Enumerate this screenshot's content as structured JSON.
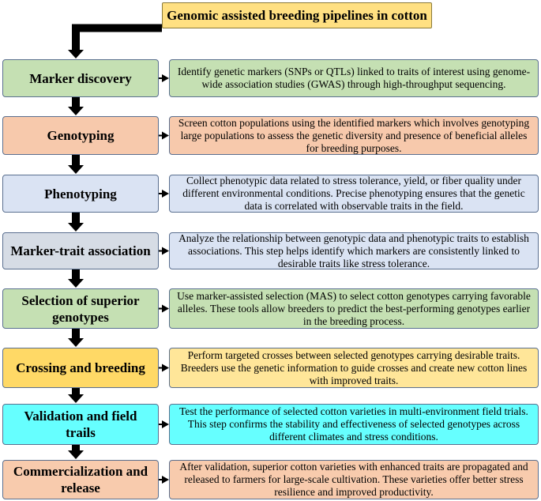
{
  "title": "Genomic assisted breeding pipelines in cotton",
  "colors": {
    "title_fill": "#ffe082",
    "arrow": "#000000",
    "green": "#c5e0b3",
    "orange": "#f7c9ac",
    "lightblue": "#dae3f3",
    "grayblue": "#d6dce5",
    "yellow": "#ffd966",
    "cyan": "#66ffff",
    "peach": "#f8cbad"
  },
  "steps": [
    {
      "label": "Marker discovery",
      "description": "Identify genetic markers (SNPs or QTLs) linked to traits of interest using genome-wide association studies (GWAS) through high-throughput sequencing.",
      "color": "#c5e0b3",
      "desc_color": "#c5e0b3"
    },
    {
      "label": "Genotyping",
      "description": "Screen cotton populations using the identified markers which involves genotyping large populations to assess the genetic diversity and presence of beneficial alleles for breeding purposes.",
      "color": "#f7c9ac",
      "desc_color": "#f7c9ac"
    },
    {
      "label": "Phenotyping",
      "description": "Collect phenotypic data related to stress tolerance, yield, or fiber quality under different environmental conditions. Precise phenotyping ensures that the genetic data is correlated with observable traits in the field.",
      "color": "#dae3f3",
      "desc_color": "#dae3f3"
    },
    {
      "label": "Marker-trait association",
      "description": "Analyze the relationship between genotypic data and phenotypic traits to establish associations. This step helps identify which markers are consistently linked to desirable traits like stress tolerance.",
      "color": "#d6dce5",
      "desc_color": "#dae3f3"
    },
    {
      "label": "Selection of superior genotypes",
      "description": "Use marker-assisted selection (MAS) to select cotton genotypes carrying favorable alleles. These tools allow breeders to predict the best-performing genotypes earlier in the breeding process.",
      "color": "#c5e0b3",
      "desc_color": "#c5e0b3"
    },
    {
      "label": "Crossing and breeding",
      "description": "Perform targeted crosses between selected genotypes carrying desirable traits. Breeders use the genetic information to guide crosses and create new cotton lines with improved traits.",
      "color": "#ffd966",
      "desc_color": "#ffe699"
    },
    {
      "label": "Validation and field trails",
      "description": "Test the performance of selected cotton varieties in multi-environment field trials. This step confirms the stability and effectiveness of selected genotypes across different climates and stress conditions.",
      "color": "#66ffff",
      "desc_color": "#66ffff"
    },
    {
      "label": "Commercialization and release",
      "description": "After validation, superior cotton varieties with enhanced traits are propagated and released to farmers for large-scale cultivation. These varieties offer better stress resilience and improved productivity.",
      "color": "#f8cbad",
      "desc_color": "#f8cbad"
    }
  ]
}
